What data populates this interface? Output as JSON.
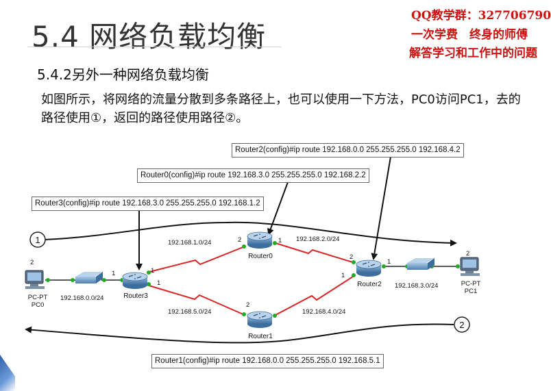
{
  "title": "5.4 网络负载均衡",
  "subtitle": "5.4.2另外一种网络负载均衡",
  "description": "如图所示，将网络的流量分散到多条路径上，也可以使用一下方法，PC0访问PC1，去的路径使用①，返回的路径使用路径②。",
  "promo": {
    "qq": "QQ教学群：327706790",
    "line2": "一次学费　终身的师傅",
    "line3": "解答学习和工作中的问题"
  },
  "commands": {
    "router2": "Router2(config)#ip route 192.168.0.0 255.255.255.0 192.168.4.2",
    "router0": "Router0(config)#ip route 192.168.3.0 255.255.255.0 192.168.2.2",
    "router3": "Router3(config)#ip route 192.168.3.0 255.255.255.0 192.168.1.2",
    "router1": "Router1(config)#ip route 192.168.0.0 255.255.255.0 192.168.5.1"
  },
  "devices": {
    "pc0_type": "PC-PT",
    "pc0_name": "PC0",
    "pc1_type": "PC-PT",
    "pc1_name": "PC1",
    "router0": "Router0",
    "router1": "Router1",
    "router2": "Router2",
    "router3": "Router3"
  },
  "networks": {
    "net0": "192.168.0.0/24",
    "net1": "192.168.1.0/24",
    "net2": "192.168.2.0/24",
    "net3": "192.168.3.0/24",
    "net4": "192.168.4.0/24",
    "net5": "192.168.5.0/24"
  },
  "ports": {
    "pc0": "2",
    "pc1": "2",
    "r3_left": "1",
    "r3_up": "1",
    "r3_down": "1",
    "r0_left": "2",
    "r0_right": "1",
    "r1_top": "2",
    "r2_up": "2",
    "r2_down": "1",
    "r2_right": "1"
  },
  "paths": {
    "path1_marker": "1",
    "path2_marker": "2"
  },
  "colors": {
    "title": "#333333",
    "promo": "#cc1111",
    "serial_link": "#dd2222",
    "ethernet_link": "#222222",
    "port_up": "#22aa22",
    "router_body": "#4a79a8"
  }
}
